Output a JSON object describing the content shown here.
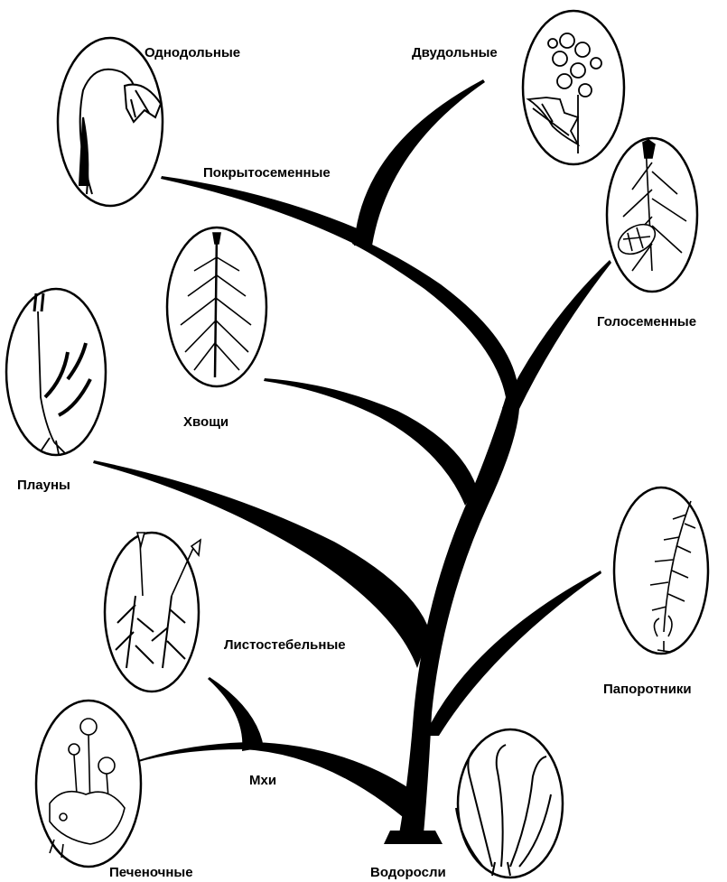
{
  "labels": {
    "monocots": "Однодольные",
    "dicots": "Двудольные",
    "angiosperms": "Покрытосеменные",
    "gymnosperms": "Голосеменные",
    "horsetails": "Хвощи",
    "clubmosses": "Плауны",
    "leafy_mosses": "Листостебельные",
    "ferns": "Папоротники",
    "mosses": "Мхи",
    "liverworts": "Печеночные",
    "algae": "Водоросли"
  },
  "colors": {
    "ink": "#000000",
    "paper": "#ffffff"
  },
  "icons": {
    "monocots": "bellflower-icon",
    "dicots": "flower-cluster-icon",
    "gymnosperms": "pine-cone-icon",
    "horsetails": "horsetail-icon",
    "clubmosses": "clubmoss-icon",
    "leafy_mosses": "moss-sporophyte-icon",
    "ferns": "fern-frond-icon",
    "liverworts": "liverwort-icon",
    "algae": "seaweed-icon"
  }
}
